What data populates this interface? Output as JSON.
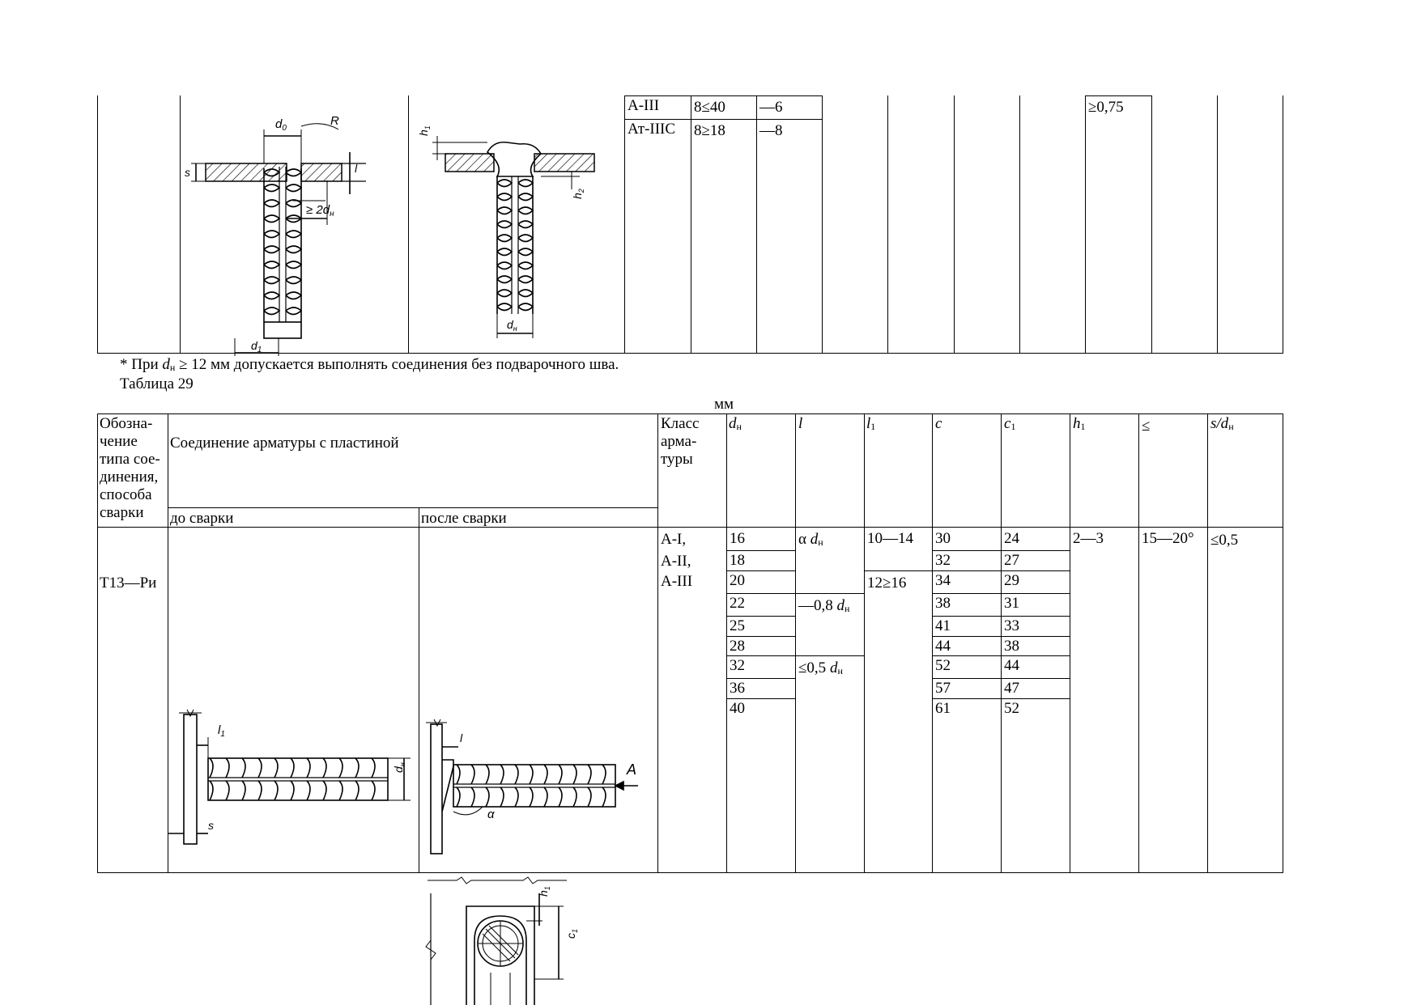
{
  "top_table": {
    "rows": [
      {
        "cls": "А-III",
        "d": "8≤40",
        "v": "—6",
        "ratio": "≥0,75"
      },
      {
        "cls": "Ат-IIIС",
        "d": "8≥18",
        "v": "—8"
      }
    ]
  },
  "top_drawing_labels": {
    "d0": "d",
    "d0_sub": "0",
    "R": "R",
    "s": "s",
    "l": "l",
    "min_len": "≥ 2d",
    "min_len_sub": "н",
    "d1": "d",
    "d1_sub": "1",
    "h1": "h",
    "h1_sub": "1",
    "h2": "h",
    "h2_sub": "2",
    "dn": "d",
    "dn_sub": "н"
  },
  "footnote": {
    "prefix": "* При ",
    "var": "d",
    "var_sub": "н",
    "suffix": " ≥ 12 мм допускается выполнять соединения без подварочного шва."
  },
  "table_caption": "Таблица 29",
  "units": "мм",
  "table29": {
    "header": {
      "designation": [
        "Обозна-",
        "чение",
        "типа сое-",
        "динения,",
        "способа",
        "сварки"
      ],
      "connection": "Соединение арматуры с пластиной",
      "before": "до сварки",
      "after": "после сварки",
      "rebar_class": [
        "Класс",
        "арма-",
        "туры"
      ],
      "dn": "d",
      "dn_sub": "н",
      "l": "l",
      "l1": "l",
      "l1_sub": "1",
      "c": "c",
      "c1": "c",
      "c1_sub": "1",
      "h1": "h",
      "h1_sub": "1",
      "angle": "≤",
      "sdn": "s/d",
      "sdn_sub": "н"
    },
    "type": "Т13—Ри",
    "classes": [
      "А-I,",
      "А-II,",
      "А-III"
    ],
    "dn_values": [
      "16",
      "18",
      "20",
      "22",
      "25",
      "28",
      "32",
      "36",
      "40"
    ],
    "l_values": [
      {
        "text": "α ",
        "var": "d",
        "sub": "н"
      },
      {
        "text": "—0,8 ",
        "var": "d",
        "sub": "н"
      },
      {
        "text": "≤0,5 ",
        "var": "d",
        "sub": "н"
      }
    ],
    "l1_values": [
      "10—14",
      "12≥16"
    ],
    "c_values": [
      "30",
      "32",
      "34",
      "38",
      "41",
      "44",
      "52",
      "57",
      "61"
    ],
    "c1_values": [
      "24",
      "27",
      "29",
      "31",
      "33",
      "38",
      "44",
      "47",
      "52"
    ],
    "h1_value": "2—3",
    "angle_value": "15—20°",
    "sdn_value": "≤0,5"
  },
  "bottom_drawing_labels": {
    "l1": "l",
    "l1_sub": "1",
    "s": "s",
    "dn": "d",
    "dn_sub": "н",
    "l": "l",
    "A": "A",
    "alpha": "α",
    "h1": "h",
    "h1_sub": "1",
    "c1": "c",
    "c1_sub": "1"
  }
}
